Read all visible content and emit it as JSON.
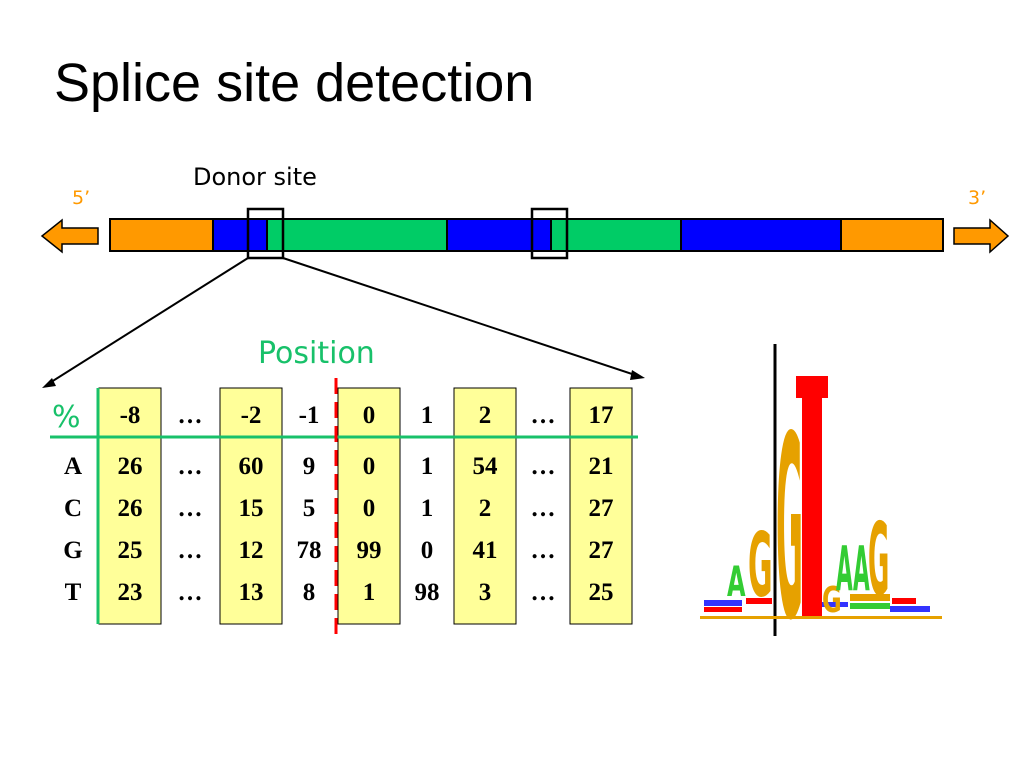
{
  "title": "Splice site detection",
  "gene_diagram": {
    "donor_label": "Donor site",
    "five_prime": "5’",
    "three_prime": "3’",
    "colors": {
      "utr": "#ff9900",
      "exon": "#0000ff",
      "intron": "#00cc66",
      "highlight_column": "#ffff99",
      "boundary": "#ff0000",
      "rule": "#18c16a"
    }
  },
  "table": {
    "position_label": "Position",
    "percent_label": "%",
    "positions": [
      "-8",
      "…",
      "-2",
      "-1",
      "0",
      "1",
      "2",
      "…",
      "17"
    ],
    "highlighted": [
      true,
      false,
      true,
      false,
      true,
      false,
      true,
      false,
      true
    ],
    "rows": [
      {
        "base": "A",
        "values": [
          "26",
          "…",
          "60",
          "9",
          "0",
          "1",
          "54",
          "…",
          "21"
        ]
      },
      {
        "base": "C",
        "values": [
          "26",
          "…",
          "15",
          "5",
          "0",
          "1",
          "2",
          "…",
          "27"
        ]
      },
      {
        "base": "G",
        "values": [
          "25",
          "…",
          "12",
          "78",
          "99",
          "0",
          "41",
          "…",
          "27"
        ]
      },
      {
        "base": "T",
        "values": [
          "23",
          "…",
          "13",
          "8",
          "1",
          "98",
          "3",
          "…",
          "25"
        ]
      }
    ]
  },
  "sequence_logo": {
    "letters_top": [
      "A",
      "G",
      "G",
      "T",
      "A",
      "A",
      "G"
    ],
    "colors": {
      "A": "#33cc33",
      "C": "#3333ff",
      "G": "#e6a100",
      "T": "#ff0000"
    }
  }
}
